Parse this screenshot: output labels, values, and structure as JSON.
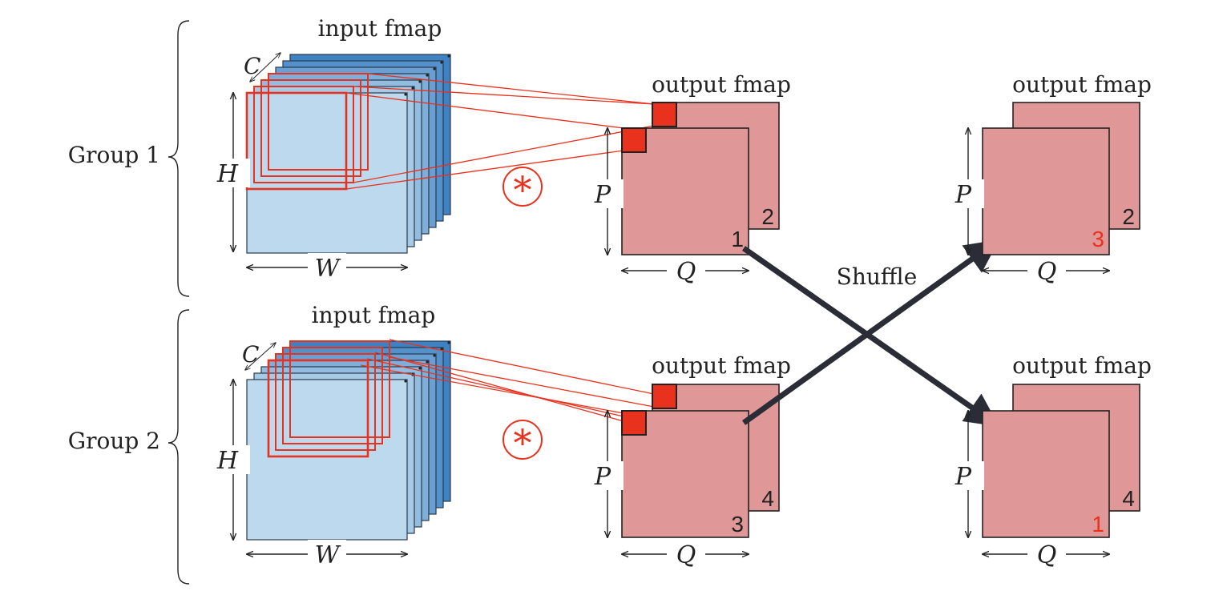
{
  "groups": [
    {
      "label": "Group 1",
      "input_title": "input fmap",
      "dims": {
        "c": "C",
        "h": "H",
        "w": "W"
      },
      "conv_symbol": "*",
      "output_title": "output fmap",
      "output_dims": {
        "p": "P",
        "q": "Q"
      },
      "front_channel": "1",
      "back_channel": "2"
    },
    {
      "label": "Group 2",
      "input_title": "input fmap",
      "dims": {
        "c": "C",
        "h": "H",
        "w": "W"
      },
      "conv_symbol": "*",
      "output_title": "output fmap",
      "output_dims": {
        "p": "P",
        "q": "Q"
      },
      "front_channel": "3",
      "back_channel": "4"
    }
  ],
  "shuffle_label": "Shuffle",
  "shuffled_outputs": [
    {
      "title": "output fmap",
      "p": "P",
      "q": "Q",
      "front_channel": "3",
      "back_channel": "2"
    },
    {
      "title": "output fmap",
      "p": "P",
      "q": "Q",
      "front_channel": "1",
      "back_channel": "4"
    }
  ],
  "colors": {
    "input_front": "#bcd9ee",
    "input_back": "#3f82c4",
    "filter_red": "#e8321e",
    "output_fill": "#df9797",
    "arrow": "#2b2d36",
    "highlight_text": "#e8321e"
  }
}
